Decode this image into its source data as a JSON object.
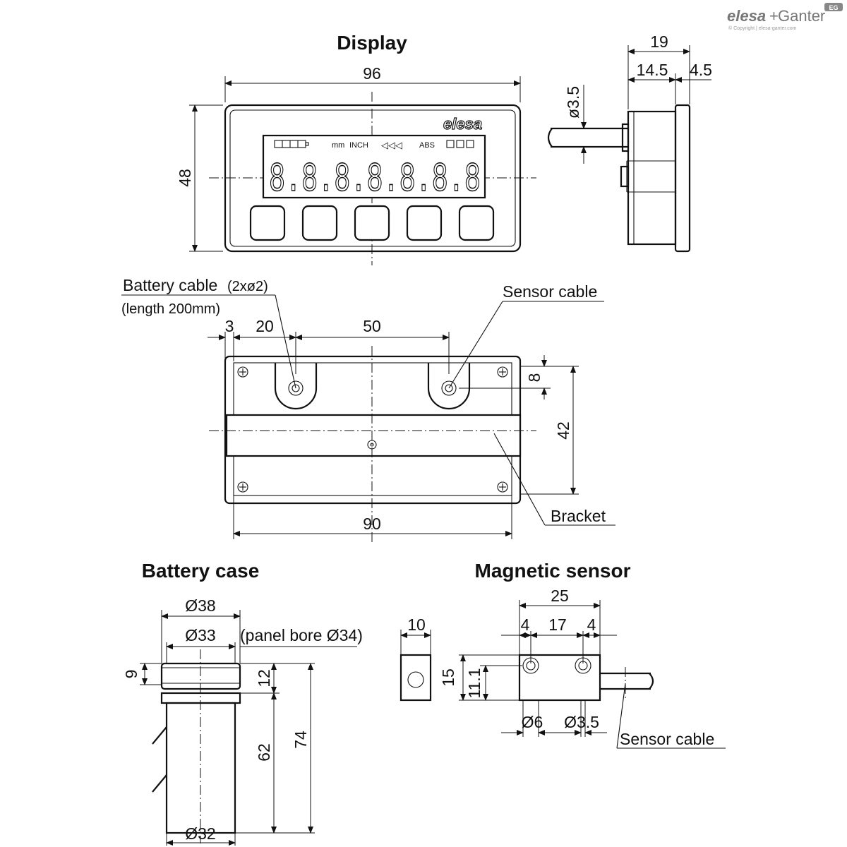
{
  "logo": {
    "brand": "elesa",
    "plus": "+",
    "partner": "Ganter",
    "badge": "EG",
    "copyright": "© Copyright | elesa-ganter.com"
  },
  "display_view": {
    "title": "Display",
    "dim_width": "96",
    "dim_height": "48",
    "face_brand": "elesa",
    "lcd_units_mm": "mm",
    "lcd_units_inch": "INCH",
    "lcd_arrows": "◁◁◁",
    "lcd_abs": "ABS",
    "lcd_digits": "8.8.8.8.8.8.8"
  },
  "side_view": {
    "dim_total": "19",
    "dim_body": "14.5",
    "dim_flange": "4.5",
    "dim_cable": "ø3.5"
  },
  "rear_view": {
    "battery_cable_label": "Battery cable",
    "battery_cable_spec": "(2xø2)",
    "battery_cable_length": "(length 200mm)",
    "sensor_cable_label": "Sensor cable",
    "bracket_label": "Bracket",
    "dim_3": "3",
    "dim_20": "20",
    "dim_50": "50",
    "dim_8": "8",
    "dim_42": "42",
    "dim_90": "90"
  },
  "battery_case": {
    "title": "Battery case",
    "dim_d38": "Ø38",
    "dim_d33": "Ø33",
    "panel_bore": "(panel bore Ø34)",
    "dim_9": "9",
    "dim_12": "12",
    "dim_62": "62",
    "dim_74": "74",
    "dim_d32": "Ø32"
  },
  "magnetic_sensor": {
    "title": "Magnetic sensor",
    "dim_10": "10",
    "dim_25": "25",
    "dim_4a": "4",
    "dim_17": "17",
    "dim_4b": "4",
    "dim_15": "15",
    "dim_11_1": "11.1",
    "dim_d6": "Ø6",
    "dim_d3_5": "Ø3.5",
    "sensor_cable_label": "Sensor cable"
  }
}
